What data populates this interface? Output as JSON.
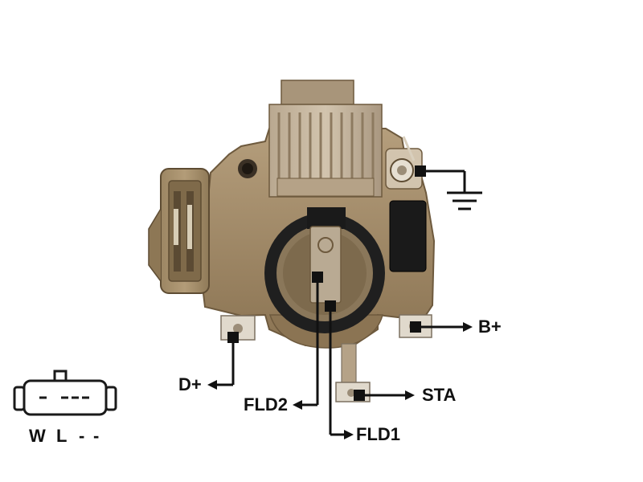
{
  "terminals": {
    "b_plus": "B+",
    "d_plus": "D+",
    "fld2": "FLD2",
    "fld1": "FLD1",
    "sta": "STA"
  },
  "connector_pins": {
    "pin1": "W",
    "pin2": "L",
    "pin3": "-",
    "pin4": "-"
  },
  "icons": [
    "ground-symbol-icon",
    "connector-plug-icon",
    "alternator-regulator-photo"
  ],
  "colors": {
    "body": "#a38c6a",
    "body_dark": "#7c6748",
    "heatsink": "#c0b09a",
    "ring": "#1e1e1e",
    "line": "#111111"
  }
}
